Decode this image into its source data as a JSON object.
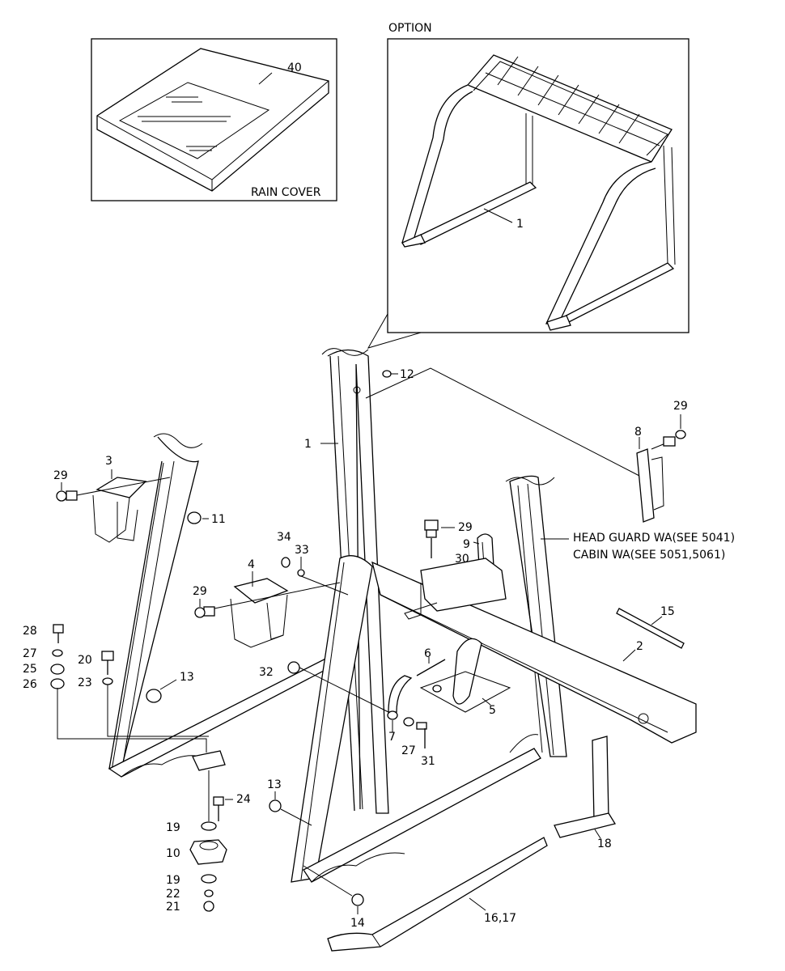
{
  "captions": {
    "option": "OPTION",
    "rain_cover": "RAIN COVER",
    "head_guard": "HEAD GUARD WA(SEE 5041)",
    "cabin": "CABIN WA(SEE 5051,5061)"
  },
  "callouts": {
    "c40": "40",
    "c1_option": "1",
    "c12": "12",
    "c1_main": "1",
    "c29_right": "29",
    "c8": "8",
    "c3": "3",
    "c29_left": "29",
    "c11": "11",
    "c29_mid": "29",
    "c9_30": "9\n30",
    "c9": "9",
    "c30": "30",
    "c34": "34",
    "c33": "33",
    "c4": "4",
    "c29_b": "29",
    "c15": "15",
    "c2": "2",
    "c28": "28",
    "c27_left": "27",
    "c20": "20",
    "c25": "25",
    "c23": "23",
    "c26": "26",
    "c13_upper": "13",
    "c32": "32",
    "c6": "6",
    "c5": "5",
    "c7": "7",
    "c27_mid": "27",
    "c31": "31",
    "c24": "24",
    "c13_lower": "13",
    "c19_upper": "19",
    "c10": "10",
    "c19_lower": "19",
    "c22": "22",
    "c21": "21",
    "c18": "18",
    "c16_17": "16,17",
    "c14": "14"
  }
}
